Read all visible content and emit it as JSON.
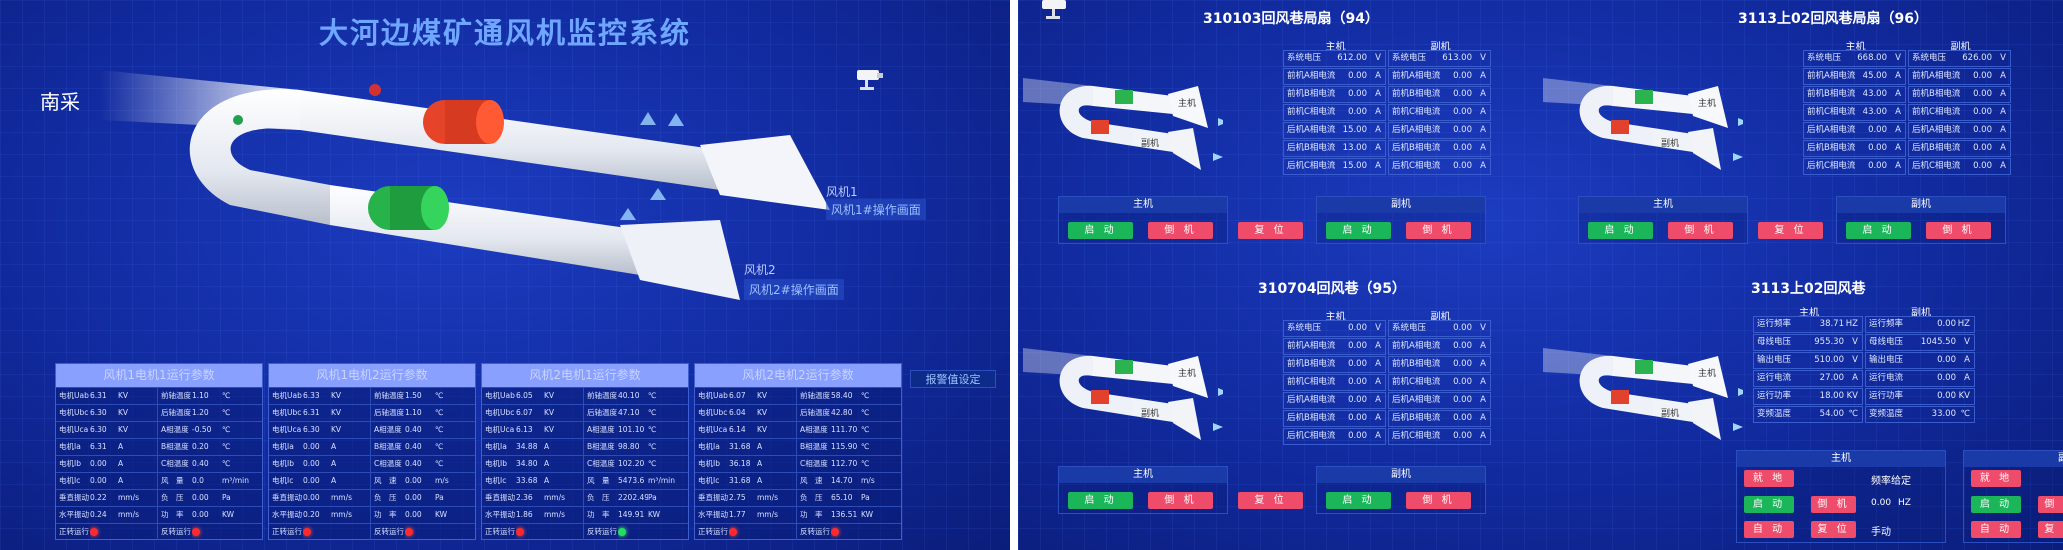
{
  "left": {
    "title": "大河边煤矿通风机监控系统",
    "section": "南采",
    "fan1_label": "风机1",
    "fan1_link": "风机1#操作画面",
    "fan2_label": "风机2",
    "fan2_link": "风机2#操作画面",
    "alarm_button": "报警值设定",
    "tables": [
      {
        "title": "风机1电机1运行参数",
        "status": "red",
        "rows": [
          [
            "电机Uab",
            "6.31",
            "KV",
            "前轴温度",
            "1.10",
            "℃"
          ],
          [
            "电机Ubc",
            "6.30",
            "KV",
            "后轴温度",
            "1.20",
            "℃"
          ],
          [
            "电机Uca",
            "6.30",
            "KV",
            "A相温度",
            "-0.50",
            "℃"
          ],
          [
            "电机Ia",
            "6.31",
            "A",
            "B相温度",
            "0.20",
            "℃"
          ],
          [
            "电机Ib",
            "0.00",
            "A",
            "C相温度",
            "0.40",
            "℃"
          ],
          [
            "电机Ic",
            "0.00",
            "A",
            "风　量",
            "0.0",
            "m³/min"
          ],
          [
            "垂直振动",
            "0.22",
            "mm/s",
            "负　压",
            "0.00",
            "Pa"
          ],
          [
            "水平振动",
            "0.24",
            "mm/s",
            "功　率",
            "0.00",
            "KW"
          ],
          [
            "正转运行",
            "",
            "",
            "反转运行",
            "",
            ""
          ]
        ]
      },
      {
        "title": "风机1电机2运行参数",
        "status": "red",
        "rows": [
          [
            "电机Uab",
            "6.33",
            "KV",
            "前轴温度",
            "1.50",
            "℃"
          ],
          [
            "电机Ubc",
            "6.31",
            "KV",
            "后轴温度",
            "1.10",
            "℃"
          ],
          [
            "电机Uca",
            "6.30",
            "KV",
            "A相温度",
            "0.40",
            "℃"
          ],
          [
            "电机Ia",
            "0.00",
            "A",
            "B相温度",
            "0.40",
            "℃"
          ],
          [
            "电机Ib",
            "0.00",
            "A",
            "C相温度",
            "0.40",
            "℃"
          ],
          [
            "电机Ic",
            "0.00",
            "A",
            "风　速",
            "0.00",
            "m/s"
          ],
          [
            "垂直振动",
            "0.00",
            "mm/s",
            "负　压",
            "0.00",
            "Pa"
          ],
          [
            "水平振动",
            "0.20",
            "mm/s",
            "功　率",
            "0.00",
            "KW"
          ],
          [
            "正转运行",
            "",
            "",
            "反转运行",
            "",
            ""
          ]
        ]
      },
      {
        "title": "风机2电机1运行参数",
        "status": "green",
        "rows": [
          [
            "电机Uab",
            "6.05",
            "KV",
            "前轴温度",
            "40.10",
            "℃"
          ],
          [
            "电机Ubc",
            "6.07",
            "KV",
            "后轴温度",
            "47.10",
            "℃"
          ],
          [
            "电机Uca",
            "6.13",
            "KV",
            "A相温度",
            "101.10",
            "℃"
          ],
          [
            "电机Ia",
            "34.88",
            "A",
            "B相温度",
            "98.80",
            "℃"
          ],
          [
            "电机Ib",
            "34.80",
            "A",
            "C相温度",
            "102.20",
            "℃"
          ],
          [
            "电机Ic",
            "33.68",
            "A",
            "风　量",
            "5473.6",
            "m³/min"
          ],
          [
            "垂直振动",
            "2.36",
            "mm/s",
            "负　压",
            "2202.49",
            "Pa"
          ],
          [
            "水平振动",
            "1.86",
            "mm/s",
            "功　率",
            "149.91",
            "KW"
          ],
          [
            "正转运行",
            "",
            "",
            "反转运行",
            "",
            ""
          ]
        ]
      },
      {
        "title": "风机2电机2运行参数",
        "status": "red",
        "rows": [
          [
            "电机Uab",
            "6.07",
            "KV",
            "前轴温度",
            "58.40",
            "℃"
          ],
          [
            "电机Ubc",
            "6.04",
            "KV",
            "后轴温度",
            "42.80",
            "℃"
          ],
          [
            "电机Uca",
            "6.14",
            "KV",
            "A相温度",
            "111.70",
            "℃"
          ],
          [
            "电机Ia",
            "31.68",
            "A",
            "B相温度",
            "115.90",
            "℃"
          ],
          [
            "电机Ib",
            "36.18",
            "A",
            "C相温度",
            "112.70",
            "℃"
          ],
          [
            "电机Ic",
            "31.68",
            "A",
            "风　速",
            "14.70",
            "m/s"
          ],
          [
            "垂直振动",
            "2.75",
            "mm/s",
            "负　压",
            "65.10",
            "Pa"
          ],
          [
            "水平振动",
            "1.77",
            "mm/s",
            "功　率",
            "136.51",
            "KW"
          ],
          [
            "正转运行",
            "",
            "",
            "反转运行",
            "",
            ""
          ]
        ]
      }
    ]
  },
  "right": {
    "units": [
      {
        "title": "310103回风巷局扇（94）",
        "main_label": "主机",
        "aux_label": "副机",
        "main": [
          [
            "系统电压",
            "612.00",
            "V"
          ],
          [
            "前机A相电流",
            "0.00",
            "A"
          ],
          [
            "前机B相电流",
            "0.00",
            "A"
          ],
          [
            "前机C相电流",
            "0.00",
            "A"
          ],
          [
            "后机A相电流",
            "15.00",
            "A"
          ],
          [
            "后机B相电流",
            "13.00",
            "A"
          ],
          [
            "后机C相电流",
            "15.00",
            "A"
          ]
        ],
        "aux": [
          [
            "系统电压",
            "613.00",
            "V"
          ],
          [
            "前机A相电流",
            "0.00",
            "A"
          ],
          [
            "前机B相电流",
            "0.00",
            "A"
          ],
          [
            "前机C相电流",
            "0.00",
            "A"
          ],
          [
            "后机A相电流",
            "0.00",
            "A"
          ],
          [
            "后机B相电流",
            "0.00",
            "A"
          ],
          [
            "后机C相电流",
            "0.00",
            "A"
          ]
        ],
        "ctl_main": "主机",
        "ctl_aux": "副机",
        "start": "启 动",
        "side": "倒 机",
        "reset": "复 位"
      },
      {
        "title": "3113上02回风巷局扇（96）",
        "main_label": "主机",
        "aux_label": "副机",
        "main": [
          [
            "系统电压",
            "668.00",
            "V"
          ],
          [
            "前机A相电流",
            "45.00",
            "A"
          ],
          [
            "前机B相电流",
            "43.00",
            "A"
          ],
          [
            "前机C相电流",
            "43.00",
            "A"
          ],
          [
            "后机A相电流",
            "0.00",
            "A"
          ],
          [
            "后机B相电流",
            "0.00",
            "A"
          ],
          [
            "后机C相电流",
            "0.00",
            "A"
          ]
        ],
        "aux": [
          [
            "系统电压",
            "626.00",
            "V"
          ],
          [
            "前机A相电流",
            "0.00",
            "A"
          ],
          [
            "前机B相电流",
            "0.00",
            "A"
          ],
          [
            "前机C相电流",
            "0.00",
            "A"
          ],
          [
            "后机A相电流",
            "0.00",
            "A"
          ],
          [
            "后机B相电流",
            "0.00",
            "A"
          ],
          [
            "后机C相电流",
            "0.00",
            "A"
          ]
        ],
        "ctl_main": "主机",
        "ctl_aux": "副机",
        "start": "启 动",
        "side": "倒 机",
        "reset": "复 位"
      },
      {
        "title": "310704回风巷（95）",
        "main_label": "主机",
        "aux_label": "副机",
        "main": [
          [
            "系统电压",
            "0.00",
            "V"
          ],
          [
            "前机A相电流",
            "0.00",
            "A"
          ],
          [
            "前机B相电流",
            "0.00",
            "A"
          ],
          [
            "前机C相电流",
            "0.00",
            "A"
          ],
          [
            "后机A相电流",
            "0.00",
            "A"
          ],
          [
            "后机B相电流",
            "0.00",
            "A"
          ],
          [
            "后机C相电流",
            "0.00",
            "A"
          ]
        ],
        "aux": [
          [
            "系统电压",
            "0.00",
            "V"
          ],
          [
            "前机A相电流",
            "0.00",
            "A"
          ],
          [
            "前机B相电流",
            "0.00",
            "A"
          ],
          [
            "前机C相电流",
            "0.00",
            "A"
          ],
          [
            "后机A相电流",
            "0.00",
            "A"
          ],
          [
            "后机B相电流",
            "0.00",
            "A"
          ],
          [
            "后机C相电流",
            "0.00",
            "A"
          ]
        ],
        "ctl_main": "主机",
        "ctl_aux": "副机",
        "start": "启 动",
        "side": "倒 机",
        "reset": "复 位"
      },
      {
        "title": "3113上02回风巷",
        "main_label": "主机",
        "aux_label": "副机",
        "main": [
          [
            "运行频率",
            "38.71",
            "HZ"
          ],
          [
            "母线电压",
            "955.30",
            "V"
          ],
          [
            "输出电压",
            "510.00",
            "V"
          ],
          [
            "运行电流",
            "27.00",
            "A"
          ],
          [
            "运行功率",
            "18.00",
            "KV"
          ],
          [
            "变频温度",
            "54.00",
            "℃"
          ]
        ],
        "aux": [
          [
            "运行频率",
            "0.00",
            "HZ"
          ],
          [
            "母线电压",
            "1045.50",
            "V"
          ],
          [
            "输出电压",
            "0.00",
            "A"
          ],
          [
            "运行电流",
            "0.00",
            "A"
          ],
          [
            "运行功率",
            "0.00",
            "KV"
          ],
          [
            "变频温度",
            "33.00",
            "℃"
          ]
        ],
        "ctl_main": "主机",
        "ctl_aux": "副机",
        "local": "就 地",
        "freq_label": "频率给定",
        "start": "启 动",
        "side": "倒 机",
        "freq_value": "0.00",
        "freq_unit": "HZ",
        "auto": "自 动",
        "reset": "复 位",
        "manual": "手动"
      }
    ],
    "fan_main_tag": "主机",
    "fan_aux_tag": "副机"
  }
}
